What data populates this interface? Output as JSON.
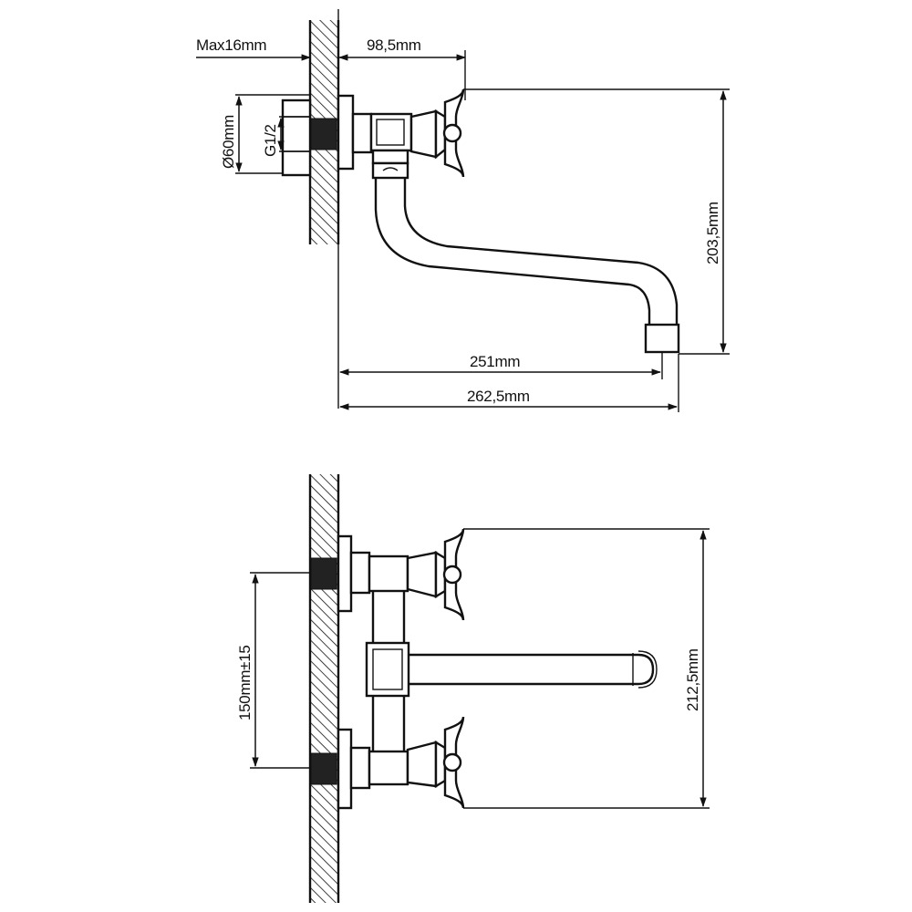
{
  "top_view": {
    "dim_wall_thickness": "Max16mm",
    "dim_handle_offset": "98,5mm",
    "dim_flange_diameter": "Ø60mm",
    "dim_thread": "G1/2",
    "dim_height": "203,5mm",
    "dim_spout_reach": "251mm",
    "dim_total_reach": "262,5mm"
  },
  "front_view": {
    "dim_inlet_spacing": "150mm±15",
    "dim_total_height": "212,5mm"
  }
}
